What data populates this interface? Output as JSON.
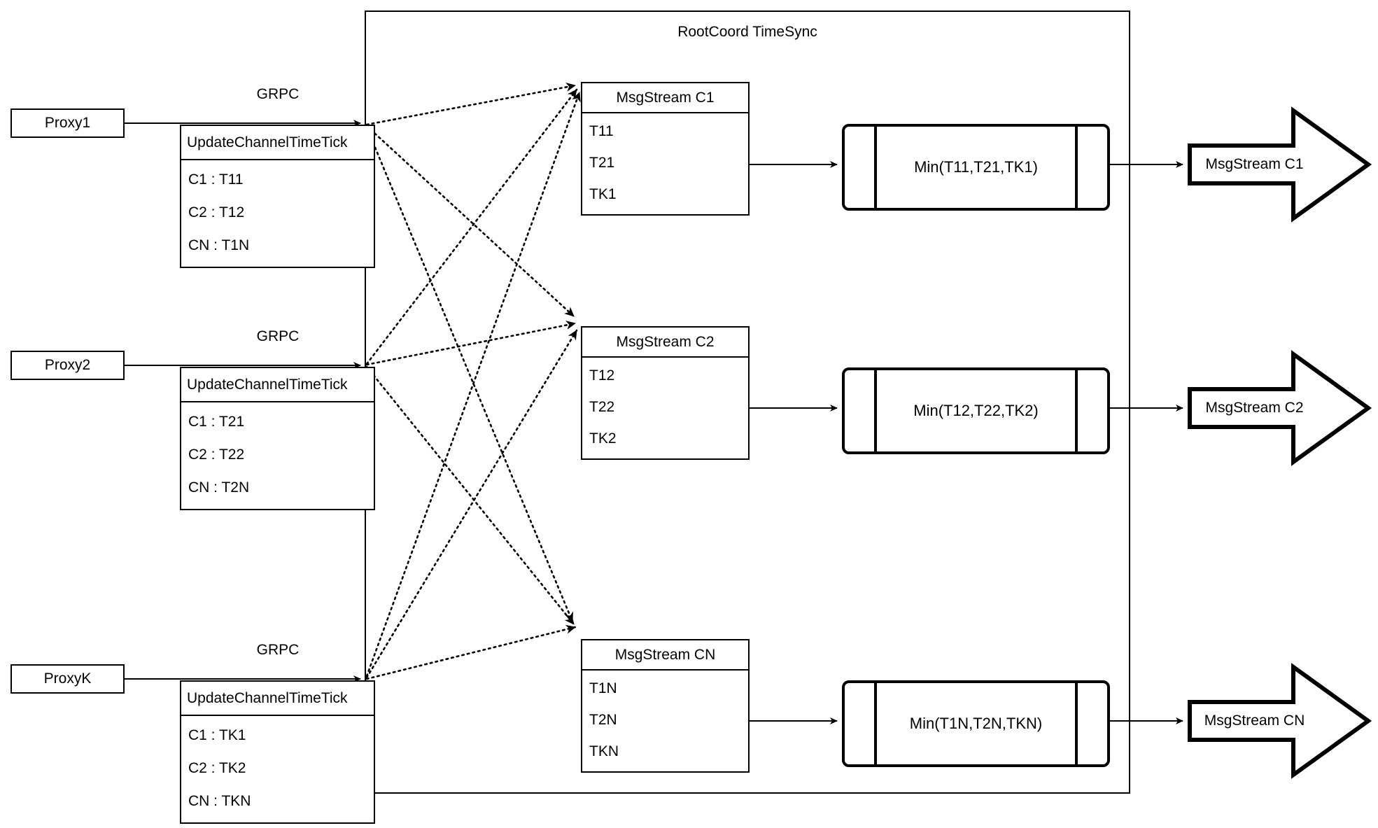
{
  "diagram": {
    "title": "RootCoord TimeSync",
    "region_label": "RootCoord TimeSync"
  },
  "edge_labels": {
    "grpc": "GRPC"
  },
  "proxies": [
    {
      "name": "Proxy1",
      "link_label": "GRPC",
      "request": {
        "header": "UpdateChannelTimeTick",
        "rows": [
          "C1 :  T11",
          "C2 :  T12",
          "CN : T1N"
        ]
      }
    },
    {
      "name": "Proxy2",
      "link_label": "GRPC",
      "request": {
        "header": "UpdateChannelTimeTick",
        "rows": [
          "C1 :  T21",
          "C2 :  T22",
          "CN : T2N"
        ]
      }
    },
    {
      "name": "ProxyK",
      "link_label": "GRPC",
      "request": {
        "header": "UpdateChannelTimeTick",
        "rows": [
          "C1 :  TK1",
          "C2 :  TK2",
          "CN : TKN"
        ]
      }
    }
  ],
  "channels": [
    {
      "stream": {
        "header": "MsgStream C1",
        "rows": [
          "T11",
          "T21",
          "TK1"
        ]
      },
      "process": "Min(T11,T21,TK1)",
      "output": "MsgStream C1"
    },
    {
      "stream": {
        "header": "MsgStream C2",
        "rows": [
          "T12",
          "T22",
          "TK2"
        ]
      },
      "process": "Min(T12,T22,TK2)",
      "output": "MsgStream C2"
    },
    {
      "stream": {
        "header": "MsgStream CN",
        "rows": [
          "T1N",
          "T2N",
          "TKN"
        ]
      },
      "process": "Min(T1N,T2N,TKN)",
      "output": "MsgStream CN"
    }
  ],
  "colors": {
    "stroke": "#000000",
    "background": "#ffffff"
  }
}
